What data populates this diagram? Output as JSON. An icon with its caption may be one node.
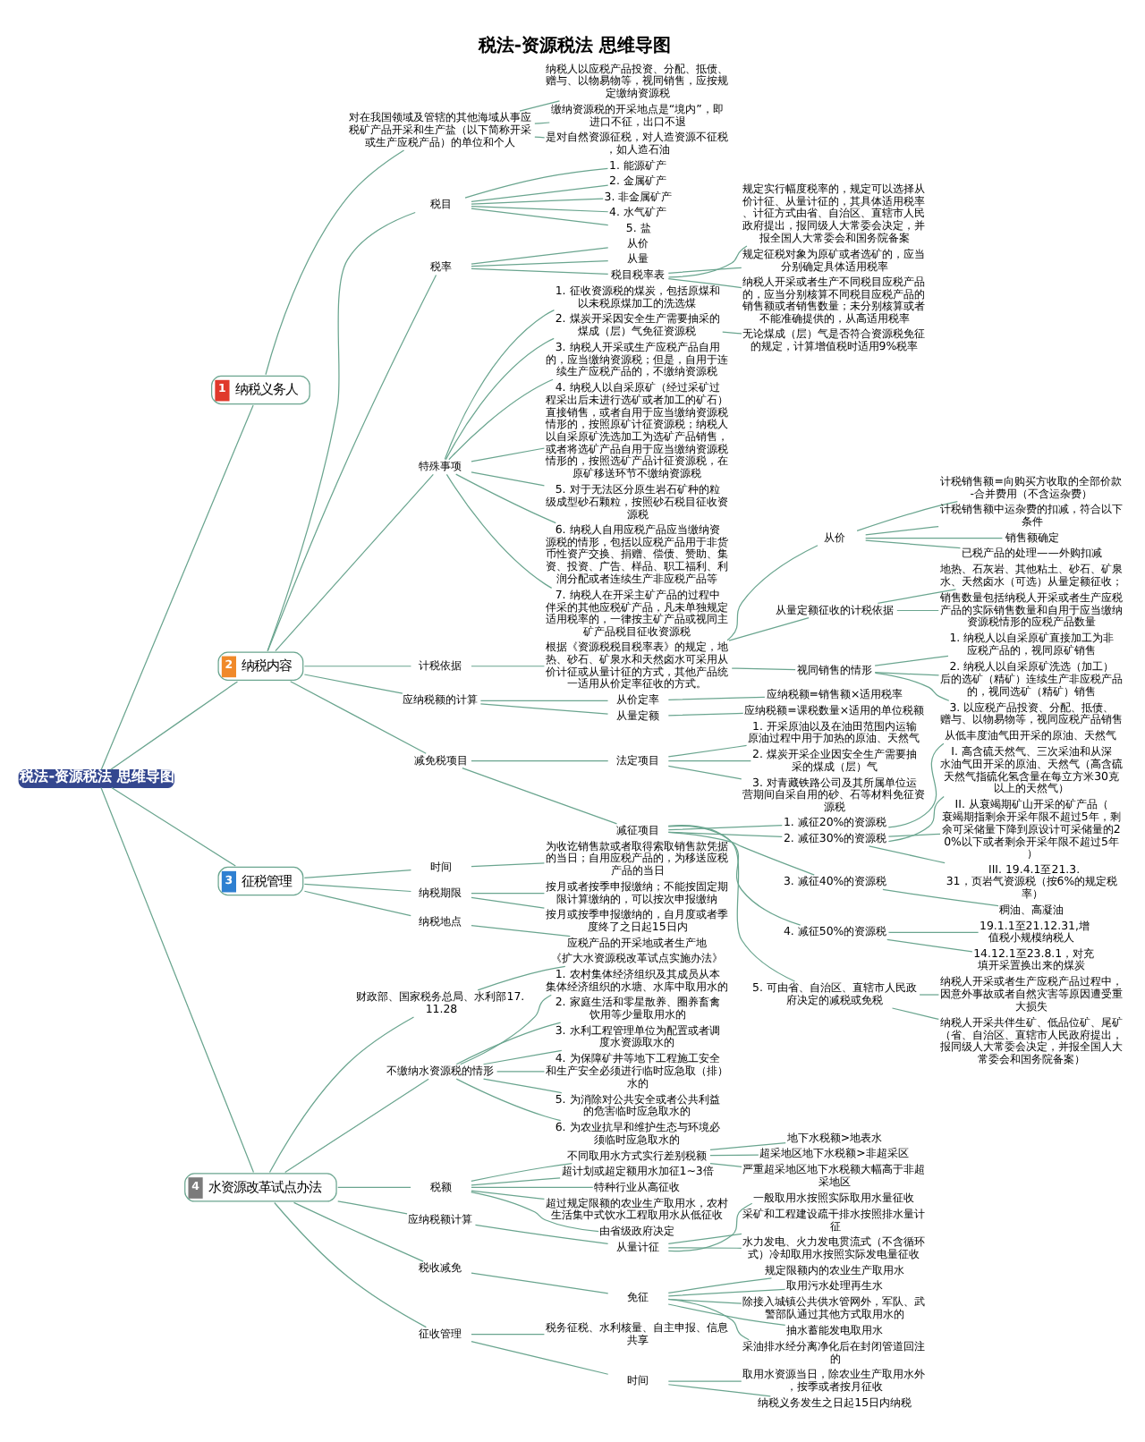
{
  "diagram": {
    "title": "税法-资源税法 思维导图",
    "nodes": [
      {
        "text": [
          "税法-资源税法 思维导图"
        ]
      },
      {
        "text": [
          "1",
          "纳税义务人"
        ]
      },
      {
        "text": [
          "对在我国领域及管辖的其他海域从事应税矿产品开采和生产盐（以下简称开采或生产应税产品）的单位和个人"
        ]
      },
      {
        "text": [
          "纳税人以应税产品投资、分配、抵债、赠与、以物易物等，视同销售，应按规定缴纳资源税"
        ]
      },
      {
        "text": [
          "缴纳资源税的开采地点是“境内”，即进口不征，出口不退"
        ]
      },
      {
        "text": [
          "是对自然资源征税，对人造资源不征税，如人造石油"
        ]
      },
      {
        "text": [
          "2",
          "纳税内容"
        ]
      },
      {
        "text": [
          "税目"
        ]
      },
      {
        "text": [
          "1. 能源矿产"
        ]
      },
      {
        "text": [
          "2. 金属矿产"
        ]
      },
      {
        "text": [
          "3. 非金属矿产"
        ]
      },
      {
        "text": [
          "4. 水气矿产"
        ]
      },
      {
        "text": [
          "5. 盐"
        ]
      },
      {
        "text": [
          "税率"
        ]
      },
      {
        "text": [
          "从价"
        ]
      },
      {
        "text": [
          "从量"
        ]
      },
      {
        "text": [
          "税目税率表"
        ]
      },
      {
        "text": [
          "规定实行幅度税率的，规定可以选择从价计征、从量计征的，其具体适用税率、计征方式由省、自治区、直辖市人民政府提出，报同级人大常委会决定，并报全国人大常委会和国务院备案"
        ]
      },
      {
        "text": [
          "规定征税对象为原矿或者选矿的，应当分别确定具体适用税率"
        ]
      },
      {
        "text": [
          "纳税人开采或者生产不同税目应税产品的，应当分别核算不同税目应税产品的销售额或者销售数量；未分别核算或者不能准确提供的，从高适用税率"
        ]
      },
      {
        "text": [
          "特殊事项"
        ]
      },
      {
        "text": [
          "1. 征收资源税的煤炭，包括原煤和以未税原煤加工的洗选煤"
        ]
      },
      {
        "text": [
          "2. 煤炭开采因安全生产需要抽采的煤成（层）气免征资源税"
        ]
      },
      {
        "text": [
          "无论煤成（层）气是否符合资源税免征的规定，计算增值税时适用9%税率"
        ]
      },
      {
        "text": [
          "3. 纳税人开采或生产应税产品自用的，应当缴纳资源税；但是，自用于连续生产应税产品的，不缴纳资源税"
        ]
      },
      {
        "text": [
          "4. 纳税人以自采原矿（经过采矿过程采出后未进行选矿或者加工的矿石）直接销售，或者自用于应当缴纳资源税情形的，按照原矿计征资源税；纳税人以自采原矿洗选加工为选矿产品销售，或者将选矿产品自用于应当缴纳资源税情形的，按照选矿产品计征资源税，在原矿移送环节不缴纳资源税"
        ]
      },
      {
        "text": [
          "5. 对于无法区分原生岩石矿种的粒级成型砂石颗粒，按照砂石税目征收资源税"
        ]
      },
      {
        "text": [
          "6. 纳税人自用应税产品应当缴纳资源税的情形，包括以应税产品用于非货币性资产交换、捐赠、偿债、赞助、集资、投资、广告、样品、职工福利、利润分配或者连续生产非应税产品等"
        ]
      },
      {
        "text": [
          "7. 纳税人在开采主矿产品的过程中伴采的其他应税矿产品，凡未单独规定适用税率的，一律按主矿产品或视同主矿产品税目征收资源税"
        ]
      },
      {
        "text": [
          "计税依据"
        ]
      },
      {
        "text": [
          "根据《资源税税目税率表》的规定，地热、砂石、矿泉水和天然卤水可采用从价计征或从量计征的方式，其他产品统一适用从价定率征收的方式。"
        ]
      },
      {
        "text": [
          "从价"
        ]
      },
      {
        "text": [
          "计税销售额=向购买方收取的全部价款-合并费用（不含运杂费）"
        ]
      },
      {
        "text": [
          "计税销售额中运杂费的扣减，符合以下条件"
        ]
      },
      {
        "text": [
          "销售额确定"
        ]
      },
      {
        "text": [
          "已税产品的处理——外购扣减"
        ]
      },
      {
        "text": [
          "从量定额征收的计税依据"
        ]
      },
      {
        "text": [
          "地热、石灰岩、其他粘土、砂石、矿泉水、天然卤水（可选）从量定额征收；"
        ]
      },
      {
        "text": [
          "销售数量包括纳税人开采或者生产应税产品的实际销售数量和自用于应当缴纳资源税情形的应税产品数量"
        ]
      },
      {
        "text": [
          "视同销售的情形"
        ]
      },
      {
        "text": [
          "1. 纳税人以自采原矿直接加工为非应税产品的，视同原矿销售"
        ]
      },
      {
        "text": [
          "2. 纳税人以自采原矿洗选（加工）后的选矿（精矿）连续生产非应税产品的，视同选矿（精矿）销售"
        ]
      },
      {
        "text": [
          "3. 以应税产品投资、分配、抵债、赠与、以物易物等，视同应税产品销售"
        ]
      },
      {
        "text": [
          "应纳税额的计算"
        ]
      },
      {
        "text": [
          "从价定率"
        ]
      },
      {
        "text": [
          "应纳税额=销售额×适用税率"
        ]
      },
      {
        "text": [
          "从量定额"
        ]
      },
      {
        "text": [
          "应纳税额=课税数量×适用的单位税额"
        ]
      },
      {
        "text": [
          "减免税项目"
        ]
      },
      {
        "text": [
          "法定项目"
        ]
      },
      {
        "text": [
          "1. 开采原油以及在油田范围内运输原油过程中用于加热的原油、天然气"
        ]
      },
      {
        "text": [
          "2. 煤炭开采企业因安全生产需要抽采的煤成（层）气"
        ]
      },
      {
        "text": [
          "3. 对青藏铁路公司及其所属单位运营期间自采自用的砂、石等材料免征资源税"
        ]
      },
      {
        "text": [
          "减征项目"
        ]
      },
      {
        "text": [
          "1. 减征20%的资源税"
        ]
      },
      {
        "text": [
          "从低丰度油气田开采的原油、天然气"
        ]
      },
      {
        "text": [
          "2. 减征30%的资源税"
        ]
      },
      {
        "text": [
          "I. 高含硫天然气、三次采油和从深水油气田开采的原油、天然气（高含硫天然气指硫化氢含量在每立方米30克以上的天然气）"
        ]
      },
      {
        "text": [
          "II. 从衰竭期矿山开采的矿产品（衰竭期指剩余开采年限不超过5年，剩余可采储量下降到原设计可采储量的20%以下或者剩余开采年限不超过5年）"
        ]
      },
      {
        "text": [
          "III. 19.4.1至21.3.31，页岩气资源税（按6%的规定税率）"
        ]
      },
      {
        "text": [
          "3. 减征40%的资源税"
        ]
      },
      {
        "text": [
          "稠油、高凝油"
        ]
      },
      {
        "text": [
          "4. 减征50%的资源税"
        ]
      },
      {
        "text": [
          "19.1.1至21.12.31,增值税小规模纳税人"
        ]
      },
      {
        "text": [
          "14.12.1至23.8.1，对充填开采置换出来的煤炭"
        ]
      },
      {
        "text": [
          "5. 可由省、自治区、直辖市人民政府决定的减税或免税"
        ]
      },
      {
        "text": [
          "纳税人开采或者生产应税产品过程中，因意外事故或者自然灾害等原因遭受重大损失"
        ]
      },
      {
        "text": [
          "纳税人开采共伴生矿、低品位矿、尾矿（省、自治区、直辖市人民政府提出，报同级人大常委会决定，并报全国人大常委会和国务院备案）"
        ]
      },
      {
        "text": [
          "3",
          "征税管理"
        ]
      },
      {
        "text": [
          "时间"
        ]
      },
      {
        "text": [
          "为收讫销售款或者取得索取销售款凭据的当日；自用应税产品的，为移送应税产品的当日"
        ]
      },
      {
        "text": [
          "纳税期限"
        ]
      },
      {
        "text": [
          "按月或者按季申报缴纳；不能按固定期限计算缴纳的，可以按次申报缴纳"
        ]
      },
      {
        "text": [
          "按月或按季申报缴纳的，自月度或者季度终了之日起15日内"
        ]
      },
      {
        "text": [
          "纳税地点"
        ]
      },
      {
        "text": [
          "应税产品的开采地或者生产地"
        ]
      },
      {
        "text": [
          "4",
          "水资源改革试点办法"
        ]
      },
      {
        "text": [
          "财政部、国家税务总局、水利部17.11.28"
        ]
      },
      {
        "text": [
          "《扩大水资源税改革试点实施办法》"
        ]
      },
      {
        "text": [
          "不缴纳水资源税的情形"
        ]
      },
      {
        "text": [
          "1. 农村集体经济组织及其成员从本集体经济组织的水塘、水库中取用水的"
        ]
      },
      {
        "text": [
          "2. 家庭生活和零星散养、圈养畜禽饮用等少量取用水的"
        ]
      },
      {
        "text": [
          "3. 水利工程管理单位为配置或者调度水资源取水的"
        ]
      },
      {
        "text": [
          "4. 为保障矿井等地下工程施工安全和生产安全必须进行临时应急取（排）水的"
        ]
      },
      {
        "text": [
          "5. 为消除对公共安全或者公共利益的危害临时应急取水的"
        ]
      },
      {
        "text": [
          "6. 为农业抗旱和维护生态与环境必须临时应急取水的"
        ]
      },
      {
        "text": [
          "税额"
        ]
      },
      {
        "text": [
          "不同取用水方式实行差别税额"
        ]
      },
      {
        "text": [
          "地下水税额>地表水"
        ]
      },
      {
        "text": [
          "超采地区地下水税额>非超采区"
        ]
      },
      {
        "text": [
          "严重超采地区地下水税额大幅高于非超采地区"
        ]
      },
      {
        "text": [
          "超计划或超定额用水加征1~3倍"
        ]
      },
      {
        "text": [
          "特种行业从高征收"
        ]
      },
      {
        "text": [
          "超过规定限额的农业生产取用水，农村生活集中式饮水工程取用水从低征收"
        ]
      },
      {
        "text": [
          "由省级政府决定"
        ]
      },
      {
        "text": [
          "应纳税额计算"
        ]
      },
      {
        "text": [
          "从量计征"
        ]
      },
      {
        "text": [
          "一般取用水按照实际取用水量征收"
        ]
      },
      {
        "text": [
          "采矿和工程建设疏干排水按照排水量计征"
        ]
      },
      {
        "text": [
          "水力发电、火力发电贯流式（不含循环式）冷却取用水按照实际发电量征收"
        ]
      },
      {
        "text": [
          "税收减免"
        ]
      },
      {
        "text": [
          "免征"
        ]
      },
      {
        "text": [
          "规定限额内的农业生产取用水"
        ]
      },
      {
        "text": [
          "取用污水处理再生水"
        ]
      },
      {
        "text": [
          "除接入城镇公共供水管网外，军队、武警部队通过其他方式取用水的"
        ]
      },
      {
        "text": [
          "抽水蓄能发电取用水"
        ]
      },
      {
        "text": [
          "采油排水经分离净化后在封闭管道回注的"
        ]
      },
      {
        "text": [
          "征收管理"
        ]
      },
      {
        "text": [
          "税务征税、水利核量、自主申报、信息共享"
        ]
      },
      {
        "text": [
          "时间"
        ]
      },
      {
        "text": [
          "取用水资源当日，除农业生产取用水外，按季或者按月征收"
        ]
      },
      {
        "text": [
          "纳税义务发生之日起15日内纳税"
        ]
      }
    ],
    "edges": [
      {
        "from": 0,
        "to": 1,
        "arrow": "none"
      },
      {
        "from": 1,
        "to": 2,
        "arrow": "none"
      },
      {
        "from": 2,
        "to": 3,
        "arrow": "none"
      },
      {
        "from": 2,
        "to": 4,
        "arrow": "none"
      },
      {
        "from": 2,
        "to": 5,
        "arrow": "none"
      },
      {
        "from": 0,
        "to": 6,
        "arrow": "none"
      },
      {
        "from": 6,
        "to": 7,
        "arrow": "none"
      },
      {
        "from": 7,
        "to": 8,
        "arrow": "none"
      },
      {
        "from": 7,
        "to": 9,
        "arrow": "none"
      },
      {
        "from": 7,
        "to": 10,
        "arrow": "none"
      },
      {
        "from": 7,
        "to": 11,
        "arrow": "none"
      },
      {
        "from": 7,
        "to": 12,
        "arrow": "none"
      },
      {
        "from": 6,
        "to": 13,
        "arrow": "none"
      },
      {
        "from": 13,
        "to": 14,
        "arrow": "none"
      },
      {
        "from": 13,
        "to": 15,
        "arrow": "none"
      },
      {
        "from": 13,
        "to": 16,
        "arrow": "none"
      },
      {
        "from": 16,
        "to": 17,
        "arrow": "none"
      },
      {
        "from": 16,
        "to": 18,
        "arrow": "none"
      },
      {
        "from": 16,
        "to": 19,
        "arrow": "none"
      },
      {
        "from": 6,
        "to": 20,
        "arrow": "none"
      },
      {
        "from": 20,
        "to": 21,
        "arrow": "none"
      },
      {
        "from": 20,
        "to": 22,
        "arrow": "none"
      },
      {
        "from": 22,
        "to": 23,
        "arrow": "none"
      },
      {
        "from": 20,
        "to": 24,
        "arrow": "none"
      },
      {
        "from": 20,
        "to": 25,
        "arrow": "none"
      },
      {
        "from": 20,
        "to": 26,
        "arrow": "none"
      },
      {
        "from": 20,
        "to": 27,
        "arrow": "none"
      },
      {
        "from": 20,
        "to": 28,
        "arrow": "none"
      },
      {
        "from": 6,
        "to": 29,
        "arrow": "none"
      },
      {
        "from": 29,
        "to": 30,
        "arrow": "none"
      },
      {
        "from": 30,
        "to": 31,
        "arrow": "none"
      },
      {
        "from": 31,
        "to": 32,
        "arrow": "none"
      },
      {
        "from": 31,
        "to": 33,
        "arrow": "none"
      },
      {
        "from": 31,
        "to": 34,
        "arrow": "none"
      },
      {
        "from": 31,
        "to": 35,
        "arrow": "none"
      },
      {
        "from": 30,
        "to": 36,
        "arrow": "none"
      },
      {
        "from": 36,
        "to": 37,
        "arrow": "none"
      },
      {
        "from": 36,
        "to": 38,
        "arrow": "none"
      },
      {
        "from": 30,
        "to": 39,
        "arrow": "none"
      },
      {
        "from": 39,
        "to": 40,
        "arrow": "none"
      },
      {
        "from": 39,
        "to": 41,
        "arrow": "none"
      },
      {
        "from": 39,
        "to": 42,
        "arrow": "none"
      },
      {
        "from": 6,
        "to": 43,
        "arrow": "none"
      },
      {
        "from": 43,
        "to": 44,
        "arrow": "none"
      },
      {
        "from": 44,
        "to": 45,
        "arrow": "none"
      },
      {
        "from": 43,
        "to": 46,
        "arrow": "none"
      },
      {
        "from": 46,
        "to": 47,
        "arrow": "none"
      },
      {
        "from": 6,
        "to": 48,
        "arrow": "none"
      },
      {
        "from": 48,
        "to": 49,
        "arrow": "none"
      },
      {
        "from": 49,
        "to": 50,
        "arrow": "none"
      },
      {
        "from": 49,
        "to": 51,
        "arrow": "none"
      },
      {
        "from": 49,
        "to": 52,
        "arrow": "none"
      },
      {
        "from": 48,
        "to": 53,
        "arrow": "none"
      },
      {
        "from": 53,
        "to": 54,
        "arrow": "none"
      },
      {
        "from": 54,
        "to": 55,
        "arrow": "none"
      },
      {
        "from": 53,
        "to": 56,
        "arrow": "none"
      },
      {
        "from": 56,
        "to": 57,
        "arrow": "none"
      },
      {
        "from": 56,
        "to": 58,
        "arrow": "none"
      },
      {
        "from": 56,
        "to": 59,
        "arrow": "none"
      },
      {
        "from": 53,
        "to": 60,
        "arrow": "none"
      },
      {
        "from": 60,
        "to": 61,
        "arrow": "none"
      },
      {
        "from": 53,
        "to": 62,
        "arrow": "none"
      },
      {
        "from": 62,
        "to": 63,
        "arrow": "none"
      },
      {
        "from": 62,
        "to": 64,
        "arrow": "none"
      },
      {
        "from": 53,
        "to": 65,
        "arrow": "none"
      },
      {
        "from": 65,
        "to": 66,
        "arrow": "none"
      },
      {
        "from": 65,
        "to": 67,
        "arrow": "none"
      },
      {
        "from": 0,
        "to": 68,
        "arrow": "none"
      },
      {
        "from": 68,
        "to": 69,
        "arrow": "none"
      },
      {
        "from": 69,
        "to": 70,
        "arrow": "none"
      },
      {
        "from": 68,
        "to": 71,
        "arrow": "none"
      },
      {
        "from": 71,
        "to": 72,
        "arrow": "none"
      },
      {
        "from": 71,
        "to": 73,
        "arrow": "none"
      },
      {
        "from": 68,
        "to": 74,
        "arrow": "none"
      },
      {
        "from": 74,
        "to": 75,
        "arrow": "none"
      },
      {
        "from": 0,
        "to": 76,
        "arrow": "none"
      },
      {
        "from": 76,
        "to": 77,
        "arrow": "none"
      },
      {
        "from": 77,
        "to": 78,
        "arrow": "none"
      },
      {
        "from": 76,
        "to": 79,
        "arrow": "none"
      },
      {
        "from": 79,
        "to": 80,
        "arrow": "none"
      },
      {
        "from": 79,
        "to": 81,
        "arrow": "none"
      },
      {
        "from": 79,
        "to": 82,
        "arrow": "none"
      },
      {
        "from": 79,
        "to": 83,
        "arrow": "none"
      },
      {
        "from": 79,
        "to": 84,
        "arrow": "none"
      },
      {
        "from": 79,
        "to": 85,
        "arrow": "none"
      },
      {
        "from": 76,
        "to": 86,
        "arrow": "none"
      },
      {
        "from": 86,
        "to": 87,
        "arrow": "none"
      },
      {
        "from": 87,
        "to": 88,
        "arrow": "none"
      },
      {
        "from": 87,
        "to": 89,
        "arrow": "none"
      },
      {
        "from": 87,
        "to": 90,
        "arrow": "none"
      },
      {
        "from": 86,
        "to": 91,
        "arrow": "none"
      },
      {
        "from": 86,
        "to": 92,
        "arrow": "none"
      },
      {
        "from": 86,
        "to": 93,
        "arrow": "none"
      },
      {
        "from": 86,
        "to": 94,
        "arrow": "none"
      },
      {
        "from": 76,
        "to": 95,
        "arrow": "none"
      },
      {
        "from": 95,
        "to": 96,
        "arrow": "none"
      },
      {
        "from": 96,
        "to": 97,
        "arrow": "none"
      },
      {
        "from": 96,
        "to": 98,
        "arrow": "none"
      },
      {
        "from": 96,
        "to": 99,
        "arrow": "none"
      },
      {
        "from": 76,
        "to": 100,
        "arrow": "none"
      },
      {
        "from": 100,
        "to": 101,
        "arrow": "none"
      },
      {
        "from": 101,
        "to": 102,
        "arrow": "none"
      },
      {
        "from": 101,
        "to": 103,
        "arrow": "none"
      },
      {
        "from": 101,
        "to": 104,
        "arrow": "none"
      },
      {
        "from": 101,
        "to": 105,
        "arrow": "none"
      },
      {
        "from": 101,
        "to": 106,
        "arrow": "none"
      },
      {
        "from": 76,
        "to": 107,
        "arrow": "none"
      },
      {
        "from": 107,
        "to": 108,
        "arrow": "none"
      },
      {
        "from": 107,
        "to": 109,
        "arrow": "none"
      },
      {
        "from": 109,
        "to": 110,
        "arrow": "none"
      },
      {
        "from": 109,
        "to": 111,
        "arrow": "none"
      }
    ]
  }
}
